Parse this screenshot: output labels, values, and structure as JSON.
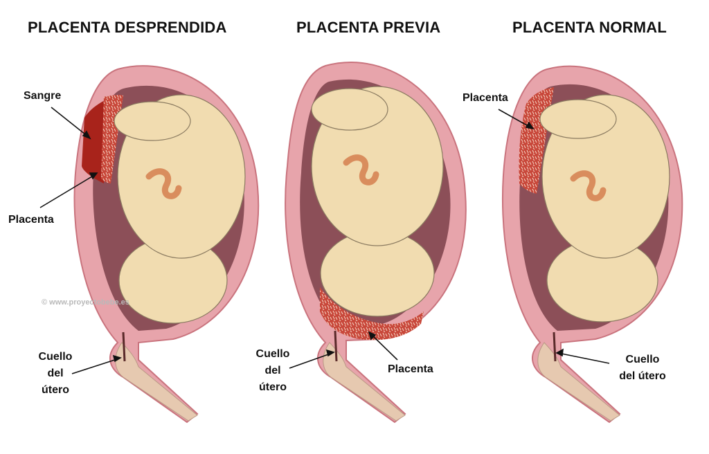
{
  "titles": {
    "abruption": "PLACENTA DESPRENDIDA",
    "previa": "PLACENTA PREVIA",
    "normal": "PLACENTA NORMAL"
  },
  "labels": {
    "blood": "Sangre",
    "placenta_left": "Placenta",
    "cervix_left": [
      "Cuello",
      "del",
      "útero"
    ],
    "cervix_middle": [
      "Cuello",
      "del",
      "útero"
    ],
    "placenta_middle": "Placenta",
    "placenta_right": "Placenta",
    "cervix_right": [
      "Cuello",
      "del útero"
    ]
  },
  "watermark": "© www.proyectobebe.es",
  "colors": {
    "uterus_wall": "#e7a4ab",
    "uterus_outline": "#c9737d",
    "amniotic_cavity": "#8c4f58",
    "fetus": "#f1dcb0",
    "fetus_outline": "#8a7a60",
    "umbilical_cord": "#d98d5d",
    "placenta": "#c8473a",
    "blood": "#a8231b",
    "vagina": "#e6c9b0"
  }
}
